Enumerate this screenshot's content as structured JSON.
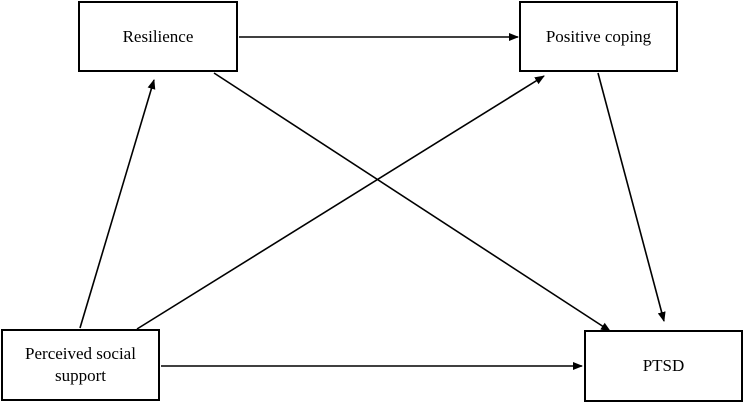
{
  "diagram": {
    "nodes": [
      {
        "id": "resilience",
        "label": "Resilience"
      },
      {
        "id": "positive_coping",
        "label": "Positive coping"
      },
      {
        "id": "social_support",
        "label": "Perceived social support"
      },
      {
        "id": "ptsd",
        "label": "PTSD"
      }
    ],
    "edges": [
      {
        "from": "social_support",
        "to": "resilience"
      },
      {
        "from": "social_support",
        "to": "positive_coping"
      },
      {
        "from": "social_support",
        "to": "ptsd"
      },
      {
        "from": "resilience",
        "to": "positive_coping"
      },
      {
        "from": "resilience",
        "to": "ptsd"
      },
      {
        "from": "positive_coping",
        "to": "ptsd"
      }
    ]
  }
}
